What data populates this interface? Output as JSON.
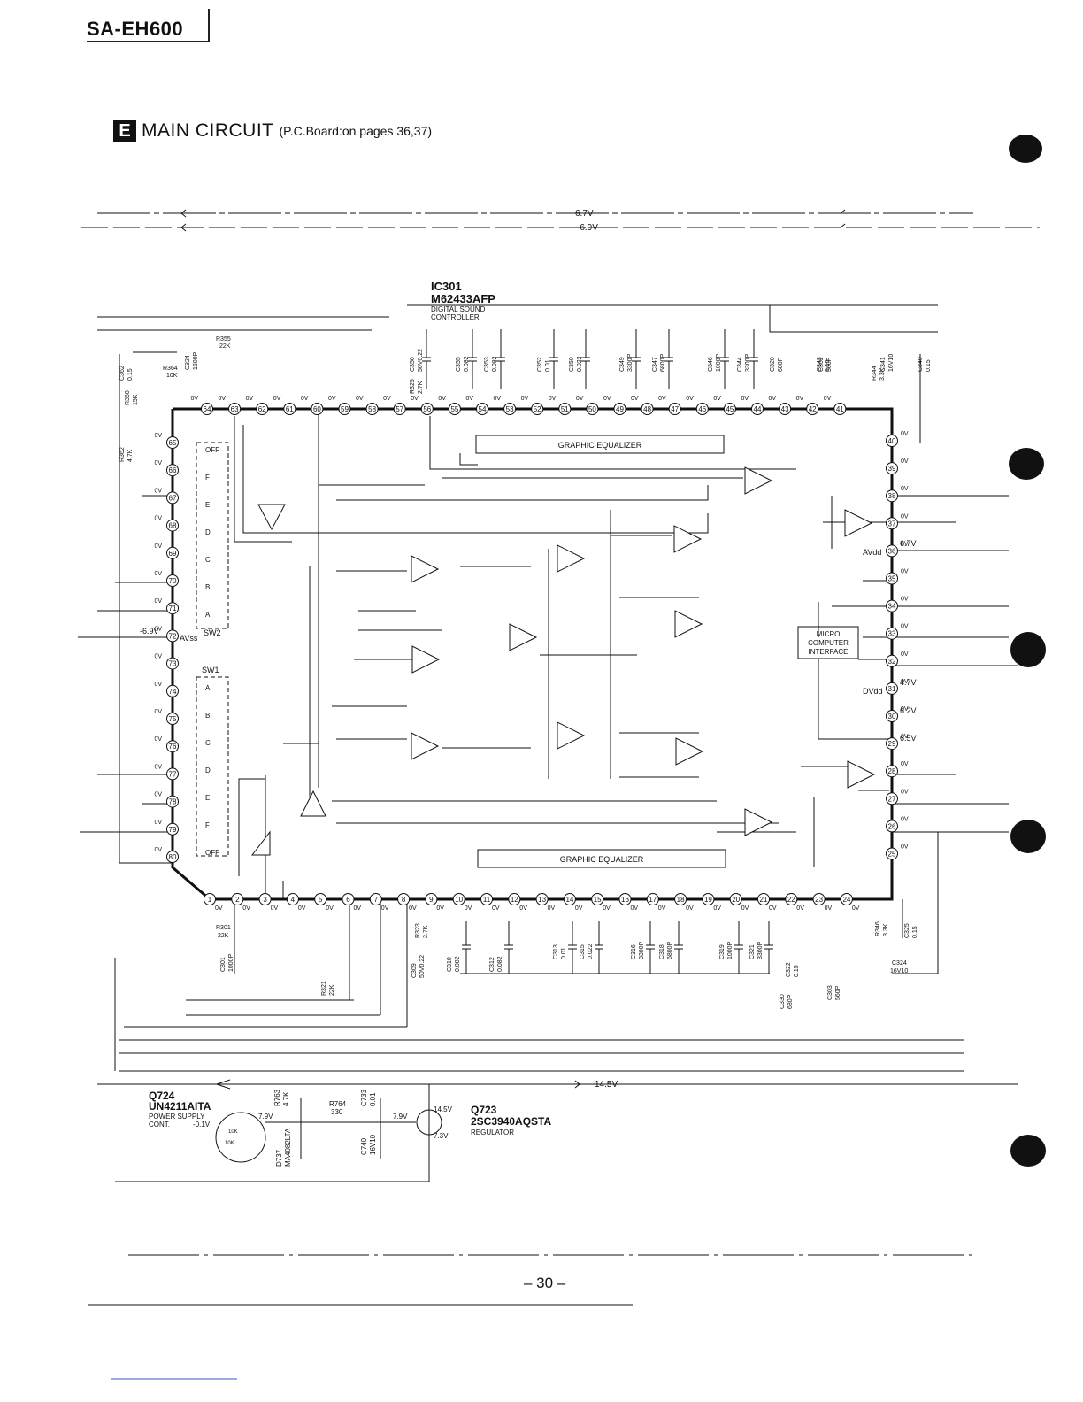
{
  "header": {
    "model": "SA-EH600",
    "section_letter": "E",
    "section_title": "MAIN  CIRCUIT",
    "section_ref": "(P.C.Board:on pages 36,37)"
  },
  "rail_labels": {
    "top_a": "6.7V",
    "top_b": "-6.9V",
    "bottom": "14.5V"
  },
  "ic": {
    "ref": "IC301",
    "part": "M62433AFP",
    "desc1": "DIGITAL SOUND",
    "desc2": "CONTROLLER",
    "block_eq": "GRAPHIC EQUALIZER",
    "block_mci1": "MICRO",
    "block_mci2": "COMPUTER",
    "block_mci3": "INTERFACE"
  },
  "switches": {
    "sw1": "SW1",
    "sw2": "SW2",
    "avss": "AVss",
    "avdd": "AVdd",
    "dvdd": "DVdd"
  },
  "pins": {
    "top": [
      "64",
      "63",
      "62",
      "61",
      "60",
      "59",
      "58",
      "57",
      "56",
      "55",
      "54",
      "53",
      "52",
      "51",
      "50",
      "49",
      "48",
      "47",
      "46",
      "45",
      "44",
      "43",
      "42",
      "41"
    ],
    "bottom": [
      "1",
      "2",
      "3",
      "4",
      "5",
      "6",
      "7",
      "8",
      "9",
      "10",
      "11",
      "12",
      "13",
      "14",
      "15",
      "16",
      "17",
      "18",
      "19",
      "20",
      "21",
      "22",
      "23",
      "24"
    ],
    "left": [
      "65",
      "66",
      "67",
      "68",
      "69",
      "70",
      "71",
      "72",
      "73",
      "74",
      "75",
      "76",
      "77",
      "78",
      "79",
      "80"
    ],
    "right": [
      "40",
      "39",
      "38",
      "37",
      "36",
      "35",
      "34",
      "33",
      "32",
      "31",
      "30",
      "29",
      "28",
      "27",
      "26",
      "25"
    ]
  },
  "voltages": {
    "zero": "0V",
    "pin72": "-6.9V",
    "pin36": "6.7V",
    "pin31": "4.7V",
    "pin30": "6.2V",
    "pin29": "6.5V"
  },
  "sw_positions_top": [
    "OFF",
    "F",
    "E",
    "D",
    "C",
    "B",
    "A"
  ],
  "sw_positions_bottom": [
    "A",
    "B",
    "C",
    "D",
    "E",
    "F",
    "OFF"
  ],
  "top_caps": [
    {
      "ref": "C356",
      "val": "50V0.22"
    },
    {
      "ref": "C355",
      "val": "0.082"
    },
    {
      "ref": "C353",
      "val": "0.082"
    },
    {
      "ref": "C352",
      "val": "0.01"
    },
    {
      "ref": "C350",
      "val": "0.022"
    },
    {
      "ref": "C349",
      "val": "3300P"
    },
    {
      "ref": "C347",
      "val": "6800P"
    },
    {
      "ref": "C346",
      "val": "1000P"
    },
    {
      "ref": "C344",
      "val": "3300P"
    },
    {
      "ref": "C342",
      "val": "0.15"
    },
    {
      "ref": "C320",
      "val": "680P"
    },
    {
      "ref": "C302",
      "val": "560P"
    },
    {
      "ref": "C341",
      "val": "16V10"
    },
    {
      "ref": "C340",
      "val": "0.15"
    }
  ],
  "top_resistors": [
    {
      "ref": "R355",
      "val": "22K"
    },
    {
      "ref": "R364",
      "val": "10K"
    },
    {
      "ref": "C324",
      "val": "1500P"
    },
    {
      "ref": "C362",
      "val": "0.15"
    },
    {
      "ref": "R360",
      "val": "15K"
    },
    {
      "ref": "R362",
      "val": "4.7K"
    },
    {
      "ref": "R325",
      "val": "2.7K"
    },
    {
      "ref": "R344",
      "val": "3.3K"
    }
  ],
  "bottom_caps": [
    {
      "ref": "C301",
      "val": "1000P"
    },
    {
      "ref": "C309",
      "val": "50V0.22"
    },
    {
      "ref": "C310",
      "val": "0.082"
    },
    {
      "ref": "C312",
      "val": "0.082"
    },
    {
      "ref": "C313",
      "val": "0.01"
    },
    {
      "ref": "C315",
      "val": "0.022"
    },
    {
      "ref": "C316",
      "val": "3300P"
    },
    {
      "ref": "C318",
      "val": "6800P"
    },
    {
      "ref": "C319",
      "val": "1000P"
    },
    {
      "ref": "C321",
      "val": "3300P"
    },
    {
      "ref": "C322",
      "val": "0.15"
    },
    {
      "ref": "C330",
      "val": "680P"
    },
    {
      "ref": "C303",
      "val": "560P"
    },
    {
      "ref": "C325",
      "val": "0.15"
    },
    {
      "ref": "C324",
      "val": "16V10"
    }
  ],
  "bottom_resistors": [
    {
      "ref": "R301",
      "val": "22K"
    },
    {
      "ref": "R321",
      "val": "22K"
    },
    {
      "ref": "R323",
      "val": "2.7K"
    },
    {
      "ref": "R346",
      "val": "3.3K"
    }
  ],
  "power": {
    "q724_ref": "Q724",
    "q724_part": "UN4211AITA",
    "q724_desc1": "POWER SUPPLY",
    "q724_desc2": "CONT.",
    "q724_v": "-0.1V",
    "q724_r1": "10K",
    "q724_r2": "10K",
    "v79": "7.9V",
    "r763_ref": "R763",
    "r763_val": "4.7K",
    "r764_ref": "R764",
    "r764_val": "330",
    "c733_ref": "C733",
    "c733_val": "0.01",
    "c740_ref": "C740",
    "c740_val": "16V10",
    "d737_ref": "D737",
    "d737_part": "MA4082LTA",
    "v79b": "7.9V",
    "v145": "14.5V",
    "v73": "7.3V",
    "q723_ref": "Q723",
    "q723_part": "2SC3940AQSTA",
    "q723_desc": "REGULATOR"
  },
  "footer": {
    "page_number": "– 30 –"
  }
}
